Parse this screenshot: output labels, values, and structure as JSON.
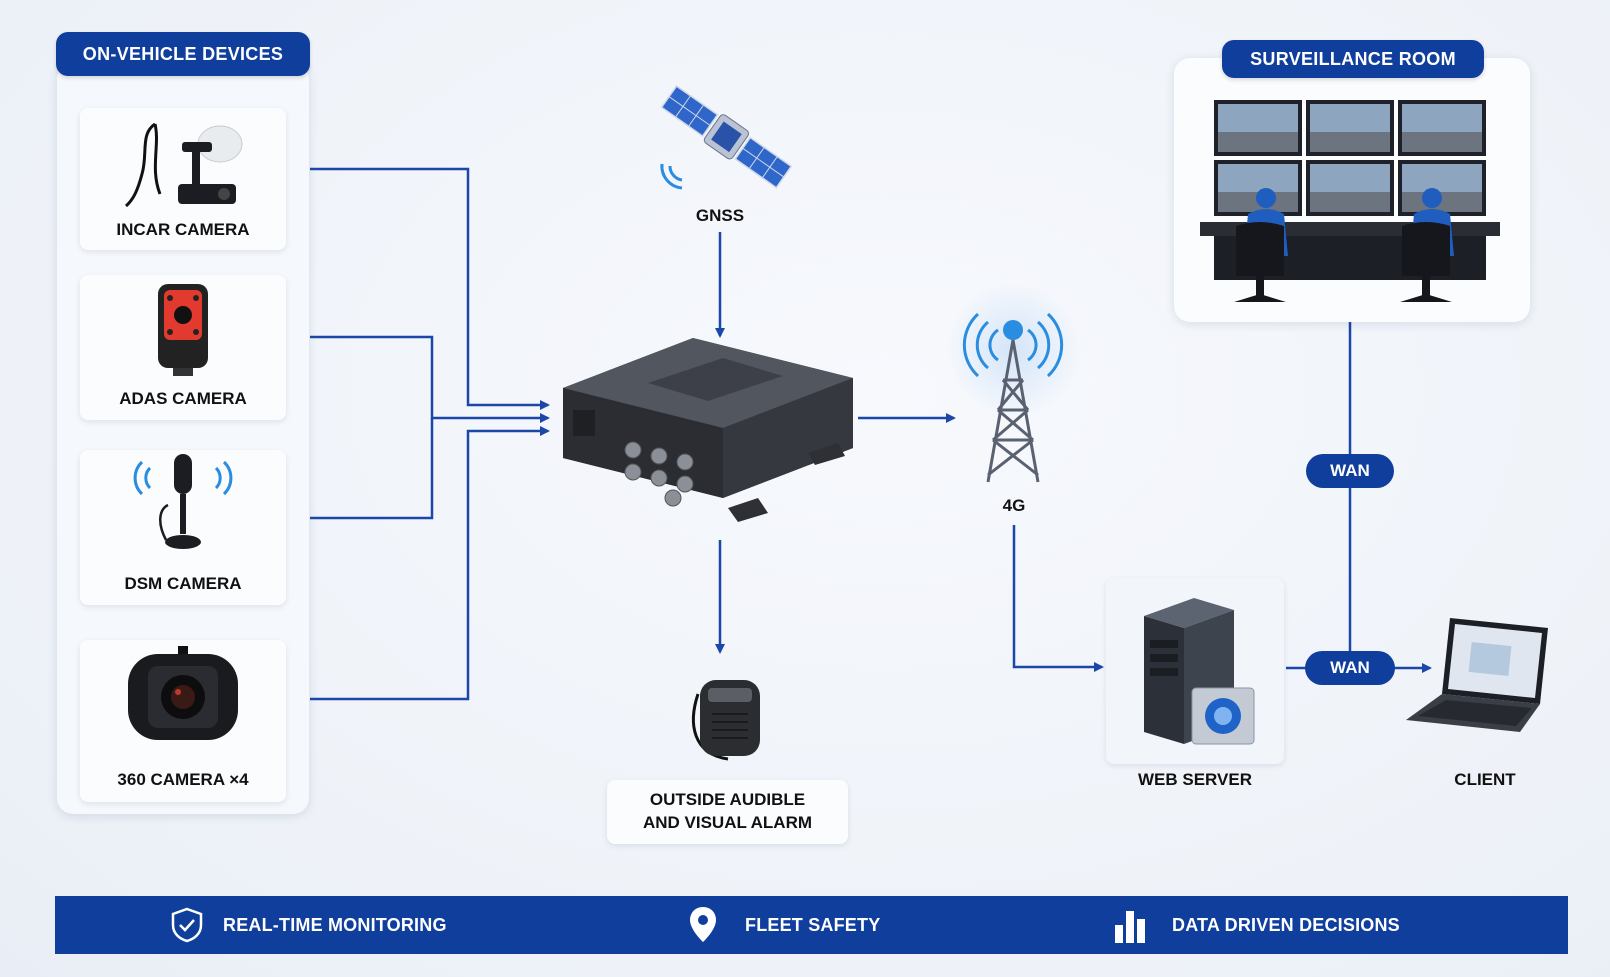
{
  "on_vehicle": {
    "title": "ON-VEHICLE DEVICES",
    "devices": [
      {
        "label": "INCAR CAMERA",
        "icon": "incar-camera-icon"
      },
      {
        "label": "ADAS CAMERA",
        "icon": "adas-camera-icon"
      },
      {
        "label": "DSM CAMERA",
        "icon": "dsm-camera-icon"
      },
      {
        "label": "360 CAMERA ×4",
        "icon": "360-camera-icon"
      }
    ]
  },
  "center": {
    "gnss_label": "GNSS",
    "alarm_label_line1": "OUTSIDE AUDIBLE",
    "alarm_label_line2": "AND VISUAL ALARM",
    "tower_label": "4G"
  },
  "surveillance": {
    "title": "SURVEILLANCE ROOM"
  },
  "network": {
    "wan_upper": "WAN",
    "wan_lower": "WAN",
    "server_label": "WEB SERVER",
    "client_label": "CLIENT"
  },
  "footer": {
    "items": [
      {
        "label": "REAL-TIME MONITORING",
        "icon": "shield-icon"
      },
      {
        "label": "FLEET SAFETY",
        "icon": "location-pin-icon"
      },
      {
        "label": "DATA DRIVEN DECISIONS",
        "icon": "bar-chart-icon"
      }
    ]
  },
  "colors": {
    "brand_blue": "#0f3e9c",
    "line_blue": "#1a47a8",
    "signal_blue": "#2a8de0"
  }
}
